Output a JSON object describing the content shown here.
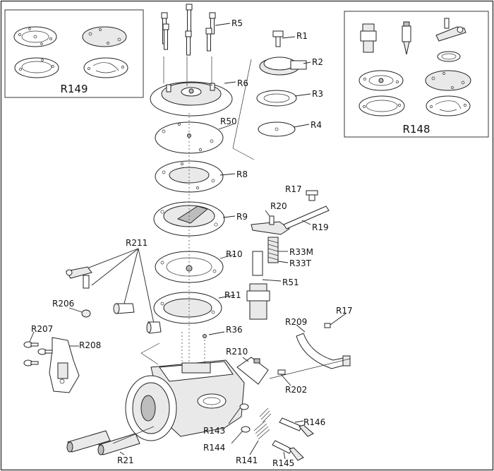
{
  "kits": {
    "left_title": "R149",
    "right_title": "R148"
  },
  "callouts": [
    {
      "id": "R1",
      "text": "R1"
    },
    {
      "id": "R2",
      "text": "R2"
    },
    {
      "id": "R3",
      "text": "R3"
    },
    {
      "id": "R4",
      "text": "R4"
    },
    {
      "id": "R5",
      "text": "R5"
    },
    {
      "id": "R6",
      "text": "R6"
    },
    {
      "id": "R50",
      "text": "R50"
    },
    {
      "id": "R8",
      "text": "R8"
    },
    {
      "id": "R9",
      "text": "R9"
    },
    {
      "id": "R10",
      "text": "R10"
    },
    {
      "id": "R11",
      "text": "R11"
    },
    {
      "id": "R17a",
      "text": "R17"
    },
    {
      "id": "R20",
      "text": "R20"
    },
    {
      "id": "R19",
      "text": "R19"
    },
    {
      "id": "R33M",
      "text": "R33M"
    },
    {
      "id": "R33T",
      "text": "R33T"
    },
    {
      "id": "R51",
      "text": "R51"
    },
    {
      "id": "R211",
      "text": "R211"
    },
    {
      "id": "R206",
      "text": "R206"
    },
    {
      "id": "R207",
      "text": "R207"
    },
    {
      "id": "R208",
      "text": "R208"
    },
    {
      "id": "R36",
      "text": "R36"
    },
    {
      "id": "R209",
      "text": "R209"
    },
    {
      "id": "R17b",
      "text": "R17"
    },
    {
      "id": "R210",
      "text": "R210"
    },
    {
      "id": "R202",
      "text": "R202"
    },
    {
      "id": "R143",
      "text": "R143"
    },
    {
      "id": "R144",
      "text": "R144"
    },
    {
      "id": "R141",
      "text": "R141"
    },
    {
      "id": "R145",
      "text": "R145"
    },
    {
      "id": "R146",
      "text": "R146"
    },
    {
      "id": "R21",
      "text": "R21"
    }
  ]
}
